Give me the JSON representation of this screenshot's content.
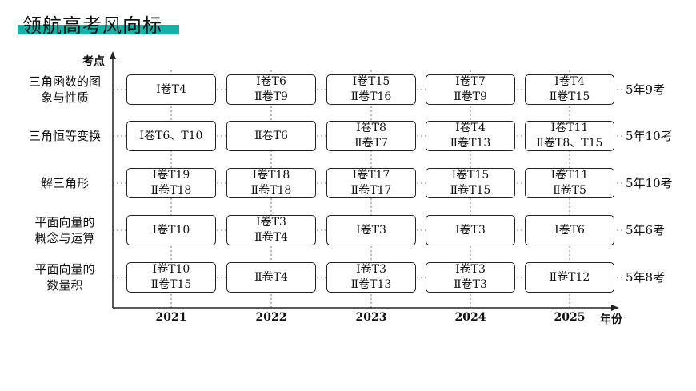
{
  "header": {
    "title": "领航高考风向标",
    "accent_color": "#16b1a6"
  },
  "axes": {
    "y_label": "考点",
    "x_label": "年份"
  },
  "years": [
    "2021",
    "2022",
    "2023",
    "2024",
    "2025"
  ],
  "rows": [
    {
      "label_lines": [
        "三角函数的图",
        "象与性质"
      ],
      "cells": [
        [
          "Ⅰ卷T4"
        ],
        [
          "Ⅰ卷T6",
          "Ⅱ卷T9"
        ],
        [
          "Ⅰ卷T15",
          "Ⅱ卷T16"
        ],
        [
          "Ⅰ卷T7",
          "Ⅱ卷T9"
        ],
        [
          "Ⅰ卷T4",
          "Ⅱ卷T15"
        ]
      ],
      "total": "5年9考"
    },
    {
      "label_lines": [
        "三角恒等变换"
      ],
      "cells": [
        [
          "Ⅰ卷T6、T10"
        ],
        [
          "Ⅱ卷T6"
        ],
        [
          "Ⅰ卷T8",
          "Ⅱ卷T7"
        ],
        [
          "Ⅰ卷T4",
          "Ⅱ卷T13"
        ],
        [
          "Ⅰ卷T11",
          "Ⅱ卷T8、T15"
        ]
      ],
      "total": "5年10考"
    },
    {
      "label_lines": [
        "解三角形"
      ],
      "cells": [
        [
          "Ⅰ卷T19",
          "Ⅱ卷T18"
        ],
        [
          "Ⅰ卷T18",
          "Ⅱ卷T18"
        ],
        [
          "Ⅰ卷T17",
          "Ⅱ卷T17"
        ],
        [
          "Ⅰ卷T15",
          "Ⅱ卷T15"
        ],
        [
          "Ⅰ卷T11",
          "Ⅱ卷T5"
        ]
      ],
      "total": "5年10考"
    },
    {
      "label_lines": [
        "平面向量的",
        "概念与运算"
      ],
      "cells": [
        [
          "Ⅰ卷T10"
        ],
        [
          "Ⅰ卷T3",
          "Ⅱ卷T4"
        ],
        [
          "Ⅰ卷T3"
        ],
        [
          "Ⅰ卷T3"
        ],
        [
          "Ⅰ卷T6"
        ]
      ],
      "total": "5年6考"
    },
    {
      "label_lines": [
        "平面向量的",
        "数量积"
      ],
      "cells": [
        [
          "Ⅰ卷T10",
          "Ⅱ卷T15"
        ],
        [
          "Ⅱ卷T4"
        ],
        [
          "Ⅰ卷T3",
          "Ⅱ卷T13"
        ],
        [
          "Ⅰ卷T3",
          "Ⅱ卷T3"
        ],
        [
          "Ⅱ卷T12"
        ]
      ],
      "total": "5年8考"
    }
  ]
}
